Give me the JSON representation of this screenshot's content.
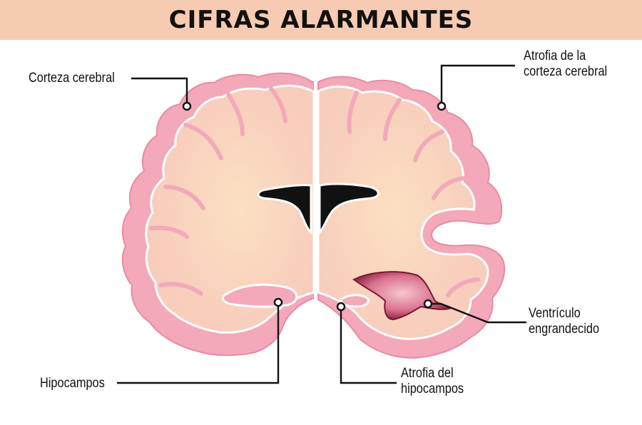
{
  "header": {
    "title": "CIFRAS ALARMANTES"
  },
  "labels": {
    "corteza": "Corteza cerebral",
    "atrofia_corteza": [
      "Atrofia de la",
      "corteza cerebral"
    ],
    "ventriculo": [
      "Ventrículo",
      "engrandecido"
    ],
    "hipocampos": "Hipocampos",
    "atrofia_hipocampos": [
      "Atrofia del",
      "hipocampos"
    ]
  },
  "colors": {
    "header_bg": "#f7cbb1",
    "cortex_outer": "#f3a9ba",
    "cortex_edge": "#e98aa3",
    "white_matter": "#f8cdbc",
    "white_matter_core": "#fbe0c2",
    "ventricle": "#111111",
    "enlarged_ventricle": "#c43d66",
    "leader": "#111111"
  }
}
